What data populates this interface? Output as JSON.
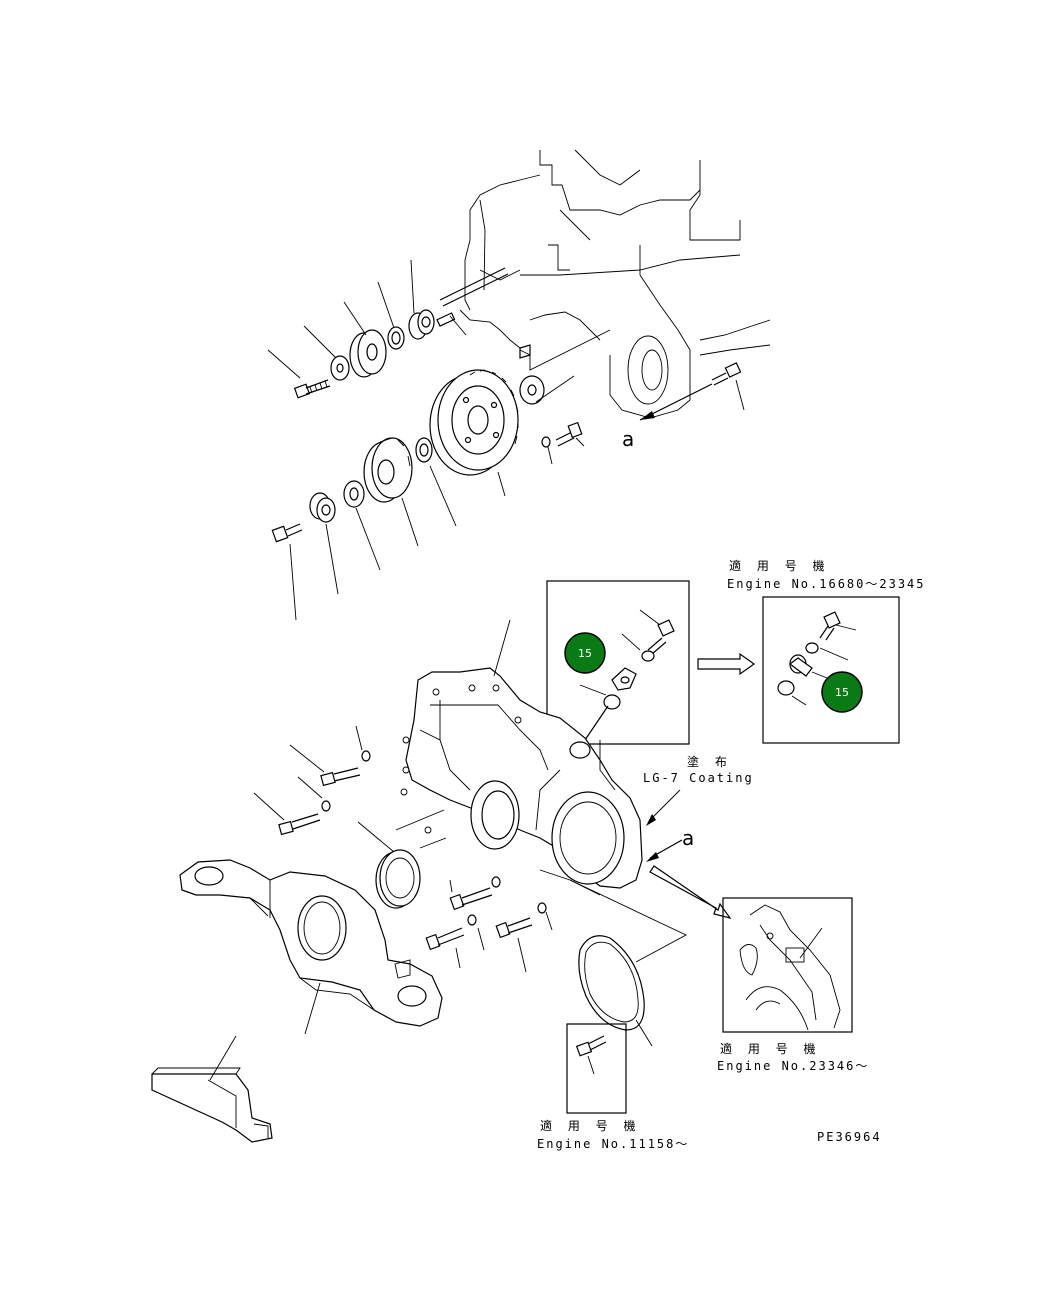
{
  "labels": {
    "ref_a_top": "a",
    "ref_a_mid": "a",
    "coating_jp": "塗 布",
    "coating_en": "LG-7 Coating",
    "applicable_1_jp": "適 用 号 機",
    "applicable_1_en": "Engine No.16680～23345",
    "applicable_2_jp": "適 用 号 機",
    "applicable_2_en": "Engine No.23346～",
    "applicable_3_jp": "適 用 号 機",
    "applicable_3_en": "Engine No.11158～",
    "drawing_code": "PE36964"
  },
  "callouts": {
    "badge_left": "15",
    "badge_right": "15",
    "badge_color": "#0a7a14"
  }
}
